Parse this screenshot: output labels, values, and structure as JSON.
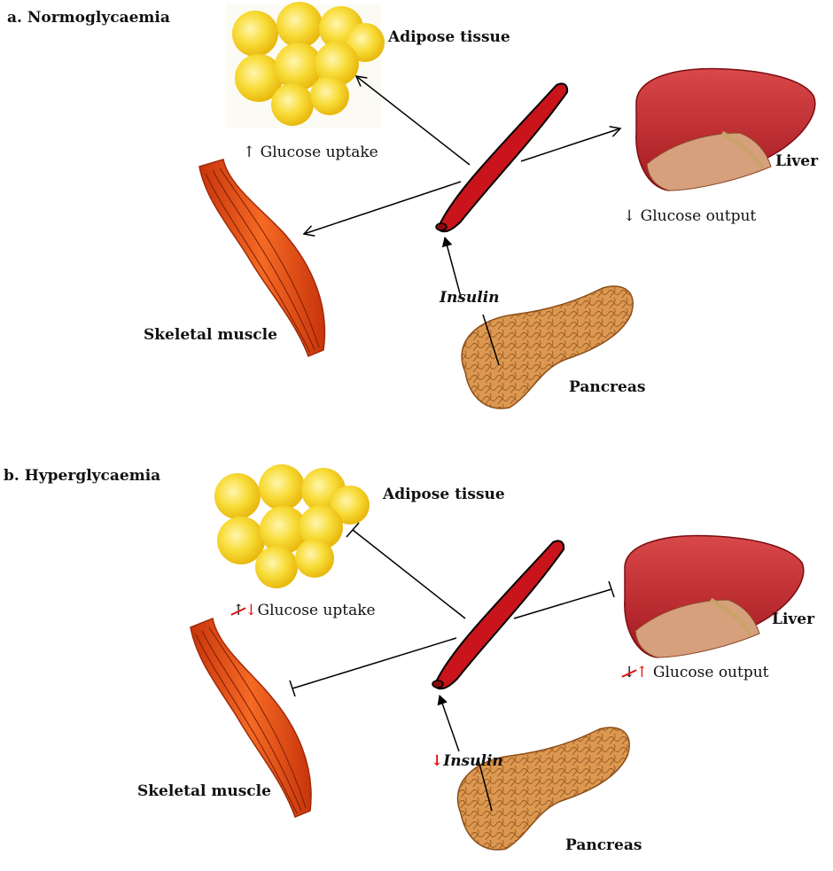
{
  "panel_a": {
    "title": "a. Normoglycaemia",
    "adipose_label": "Adipose tissue",
    "adipose_effect": "Glucose uptake",
    "adipose_arrow": "↑",
    "liver_label": "Liver",
    "liver_effect": "Glucose output",
    "liver_arrow": "↓",
    "muscle_label": "Skeletal muscle",
    "insulin_label": "Insulin",
    "pancreas_label": "Pancreas"
  },
  "panel_b": {
    "title": "b. Hyperglycaemia",
    "adipose_label": "Adipose tissue",
    "adipose_effect": "Glucose uptake",
    "adipose_arrow_old": "↑",
    "adipose_arrow_new": "↓",
    "liver_label": "Liver",
    "liver_effect": "Glucose output",
    "liver_arrow_old": "↓",
    "liver_arrow_new": "↑",
    "muscle_label": "Skeletal muscle",
    "insulin_arrow": "↓",
    "insulin_label": "Insulin",
    "pancreas_label": "Pancreas"
  },
  "colors": {
    "fat": "#f6d21e",
    "muscle": "#e8501c",
    "liver": "#c42a2e",
    "vessel": "#c8141a",
    "pancreas": "#d28a3c",
    "change": "#e01010"
  },
  "icons": [
    "adipose-cell-cluster",
    "skeletal-muscle",
    "liver",
    "blood-vessel",
    "pancreas"
  ]
}
